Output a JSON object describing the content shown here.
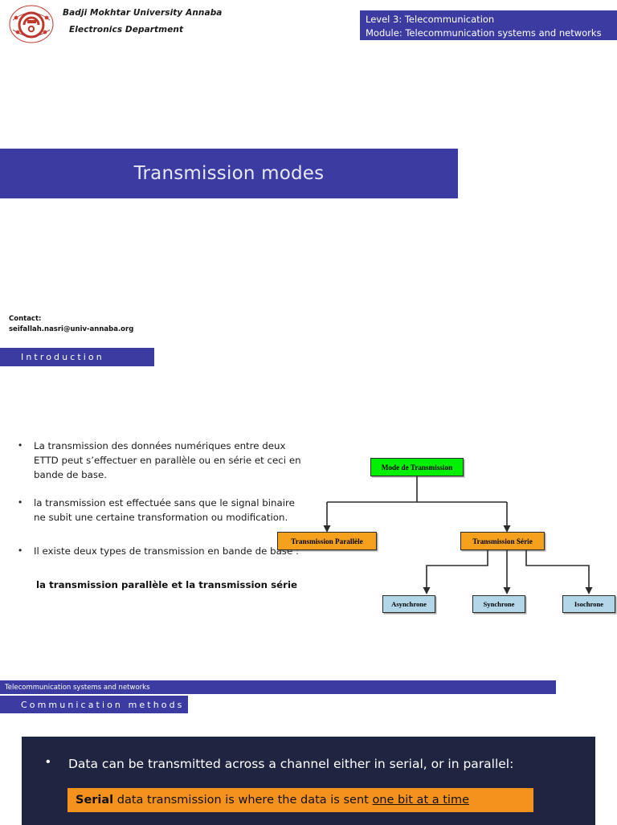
{
  "header": {
    "university": "Badji Mokhtar University Annaba",
    "department": "Electronics Department",
    "logo_icon": "university-seal-icon",
    "banner_line1": "Level 3: Telecommunication",
    "banner_line2": "Module: Telecommunication systems and networks",
    "banner_color": "#3b3ba2"
  },
  "title": {
    "text": "Transmission modes",
    "banner_color": "#3b3ba2"
  },
  "contact": {
    "label": "Contact:",
    "email": "seifallah.nasri@univ-annaba.org"
  },
  "sections": {
    "introduction": "Introduction",
    "communication_methods": "Communication methods"
  },
  "footer": {
    "strip_text": "Telecommunication systems and networks"
  },
  "bullets_fr": [
    "La transmission des données numériques entre deux ETTD peut s’effectuer en parallèle ou en série et ceci en bande de base.",
    "la transmission est effectuée sans que le signal binaire ne subit une certaine transformation ou modification.",
    "Il existe deux types de transmission en bande de base :"
  ],
  "bullet_fr_sub": "la transmission parallèle et la transmission série",
  "diagram": {
    "root": "Mode de Transmission",
    "mid_left": "Transmission Parallèle",
    "mid_right": "Transmission Série",
    "leaf_1": "Asynchrone",
    "leaf_2": "Synchrone",
    "leaf_3": "Isochrone",
    "colors": {
      "root": "#00f000",
      "mid": "#f5a11e",
      "leaf": "#b3d7e8",
      "line": "#2b2b2b"
    }
  },
  "dark_panel": {
    "bullet": "Data can be transmitted across a channel either in serial, or in parallel:",
    "highlight_bold": "Serial",
    "highlight_mid": " data transmission is where the data is sent ",
    "highlight_underline": "one bit at a time",
    "panel_color": "#1f2540",
    "highlight_color": "#f5921e"
  }
}
